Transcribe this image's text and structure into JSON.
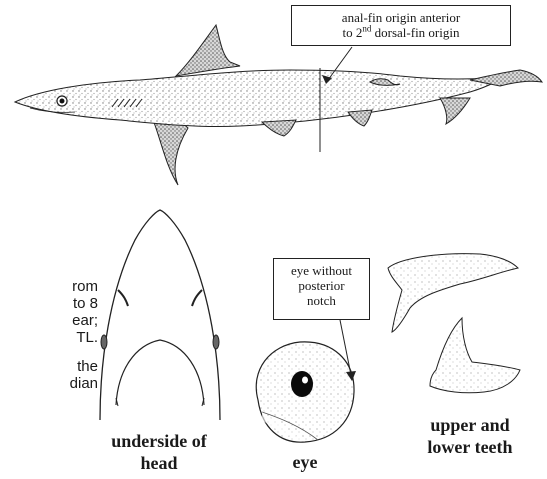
{
  "callouts": {
    "anal_fin": {
      "line1": "anal-fin origin anterior",
      "line2_pre": "to 2",
      "line2_sup": "nd",
      "line2_post": " dorsal-fin origin"
    },
    "eye": {
      "line1": "eye without",
      "line2": "posterior",
      "line3": "notch"
    }
  },
  "side_text": {
    "lines": [
      "rom",
      "to 8",
      "ear;",
      "TL.",
      "the",
      "dian"
    ]
  },
  "captions": {
    "head": {
      "line1": "underside of",
      "line2": "head"
    },
    "eye": {
      "line1": "eye"
    },
    "teeth": {
      "line1": "upper and",
      "line2": "lower teeth"
    }
  },
  "colors": {
    "ink": "#1a1a1a",
    "stipple": "#8a8a8a",
    "background": "#ffffff"
  },
  "icons": [
    "shark-lateral-view-illustration",
    "shark-head-ventral-illustration",
    "eye-illustration",
    "upper-tooth-illustration",
    "lower-tooth-illustration"
  ]
}
